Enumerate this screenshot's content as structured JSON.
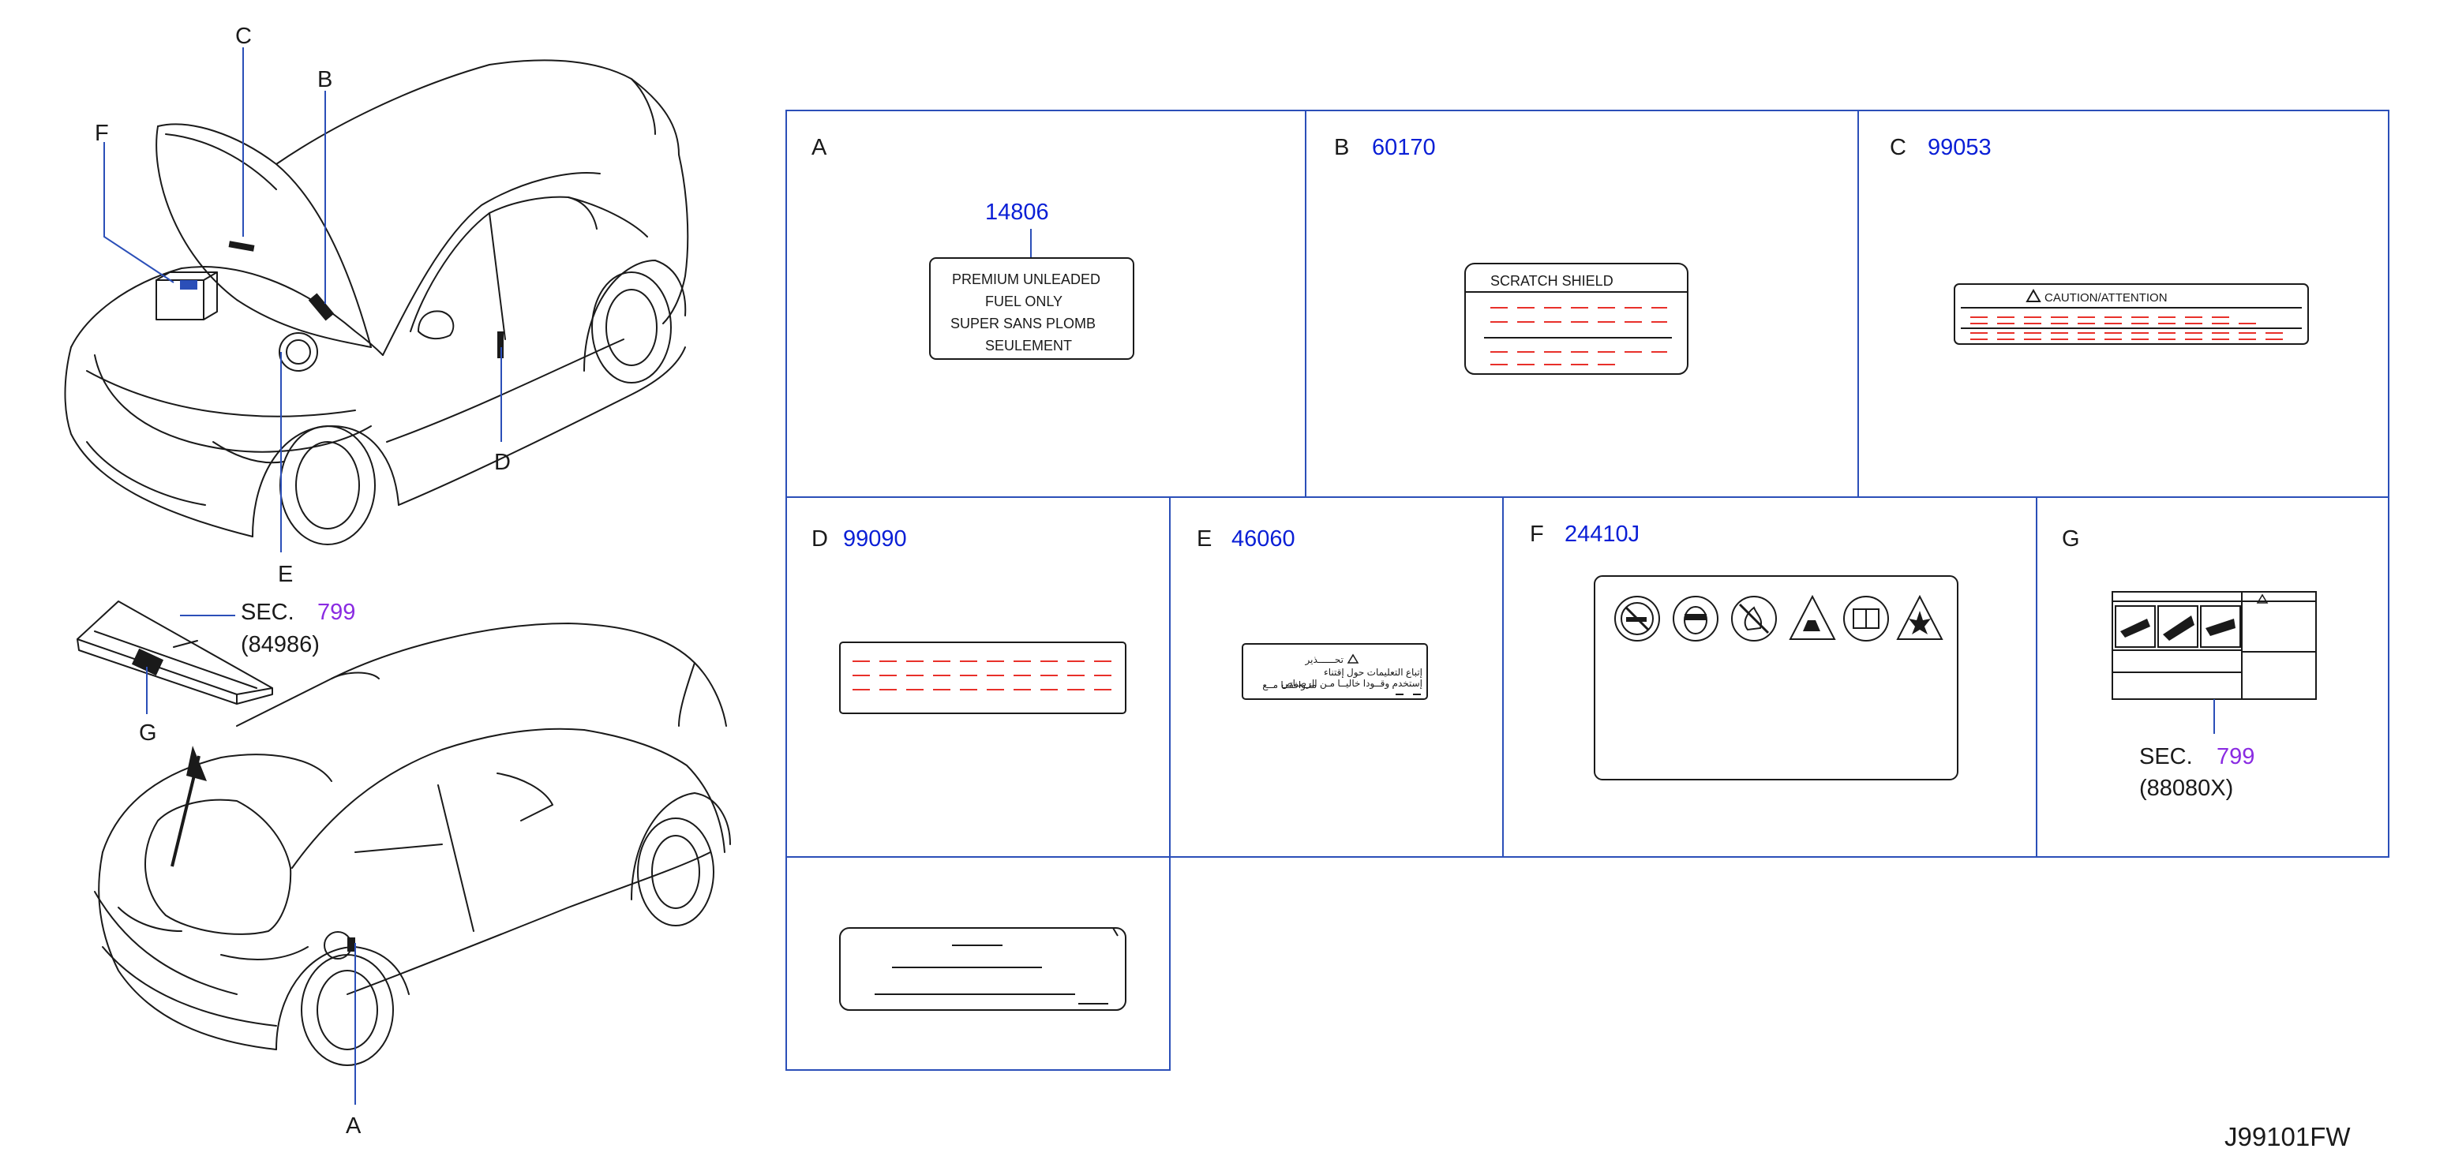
{
  "callouts": {
    "a": "A",
    "b": "B",
    "c": "C",
    "d": "D",
    "e": "E",
    "f": "F",
    "g": "G"
  },
  "sec_upper": {
    "prefix": "SEC.",
    "number": "799",
    "part": "(84986)"
  },
  "sec_lower": {
    "prefix": "SEC.",
    "number": "799",
    "part": "(88080X)"
  },
  "panels": {
    "a": {
      "letter": "A",
      "part_number": "14806",
      "lines": [
        "PREMIUM    UNLEADED",
        "FUEL    ONLY",
        "SUPER    SANS    PLOMB",
        "SEULEMENT"
      ]
    },
    "b": {
      "letter": "B",
      "part_number": "60170",
      "title": "SCRATCH    SHIELD"
    },
    "c": {
      "letter": "C",
      "part_number": "99053",
      "title": "CAUTION/ATTENTION"
    },
    "d": {
      "letter": "D",
      "part_number": "99090"
    },
    "e": {
      "letter": "E",
      "part_number": "46060",
      "lines": [
        "تحــــــذير",
        "إتباع التعليمات حول إقتناء",
        "إستخدم وقــودا خاليــا مـن الرصـاص",
        "متـوافقــا مــع"
      ]
    },
    "f": {
      "letter": "F",
      "part_number": "24410J"
    },
    "g": {
      "letter": "G"
    }
  },
  "diagram_code": "J99101FW",
  "colors": {
    "leader": "#2b4fb8",
    "part_number": "#0a1fd6",
    "section_number": "#8a2be2",
    "placeholder_text": "#e8302a"
  },
  "icons": [
    "no-smoking-icon",
    "eye-protection-icon",
    "no-flame-icon",
    "acid-warning-icon",
    "read-manual-icon",
    "explosion-warning-icon"
  ]
}
